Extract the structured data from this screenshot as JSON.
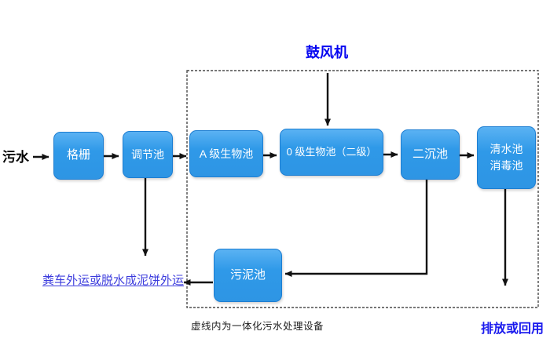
{
  "diagram": {
    "source_label": "污水",
    "blower_label": "鼓风机",
    "nodes": {
      "grid": "格栅",
      "regulating": "调节池",
      "a_bio": "A 级生物池",
      "o_bio": "0 级生物池（二级）",
      "secondary_sed": "二沉池",
      "clear_water_line1": "清水池",
      "clear_water_line2": "消毒池",
      "sludge": "污泥池"
    },
    "sludge_disposal_label": "粪车外运或脱水成泥饼外运",
    "discharge_label": "排放或回用",
    "dashed_box_caption": "虚线内为一体化污水处理设备",
    "colors": {
      "node_fill": "#2f99e8",
      "node_border": "#1d7ed2",
      "node_text": "#ffffff",
      "blower_label_color": "#0505f0",
      "sludge_label_color": "#3c3cdd",
      "discharge_label_color": "#1a1aee",
      "arrow_color": "#111111",
      "dashed_border_color": "#4a4a4a"
    }
  }
}
